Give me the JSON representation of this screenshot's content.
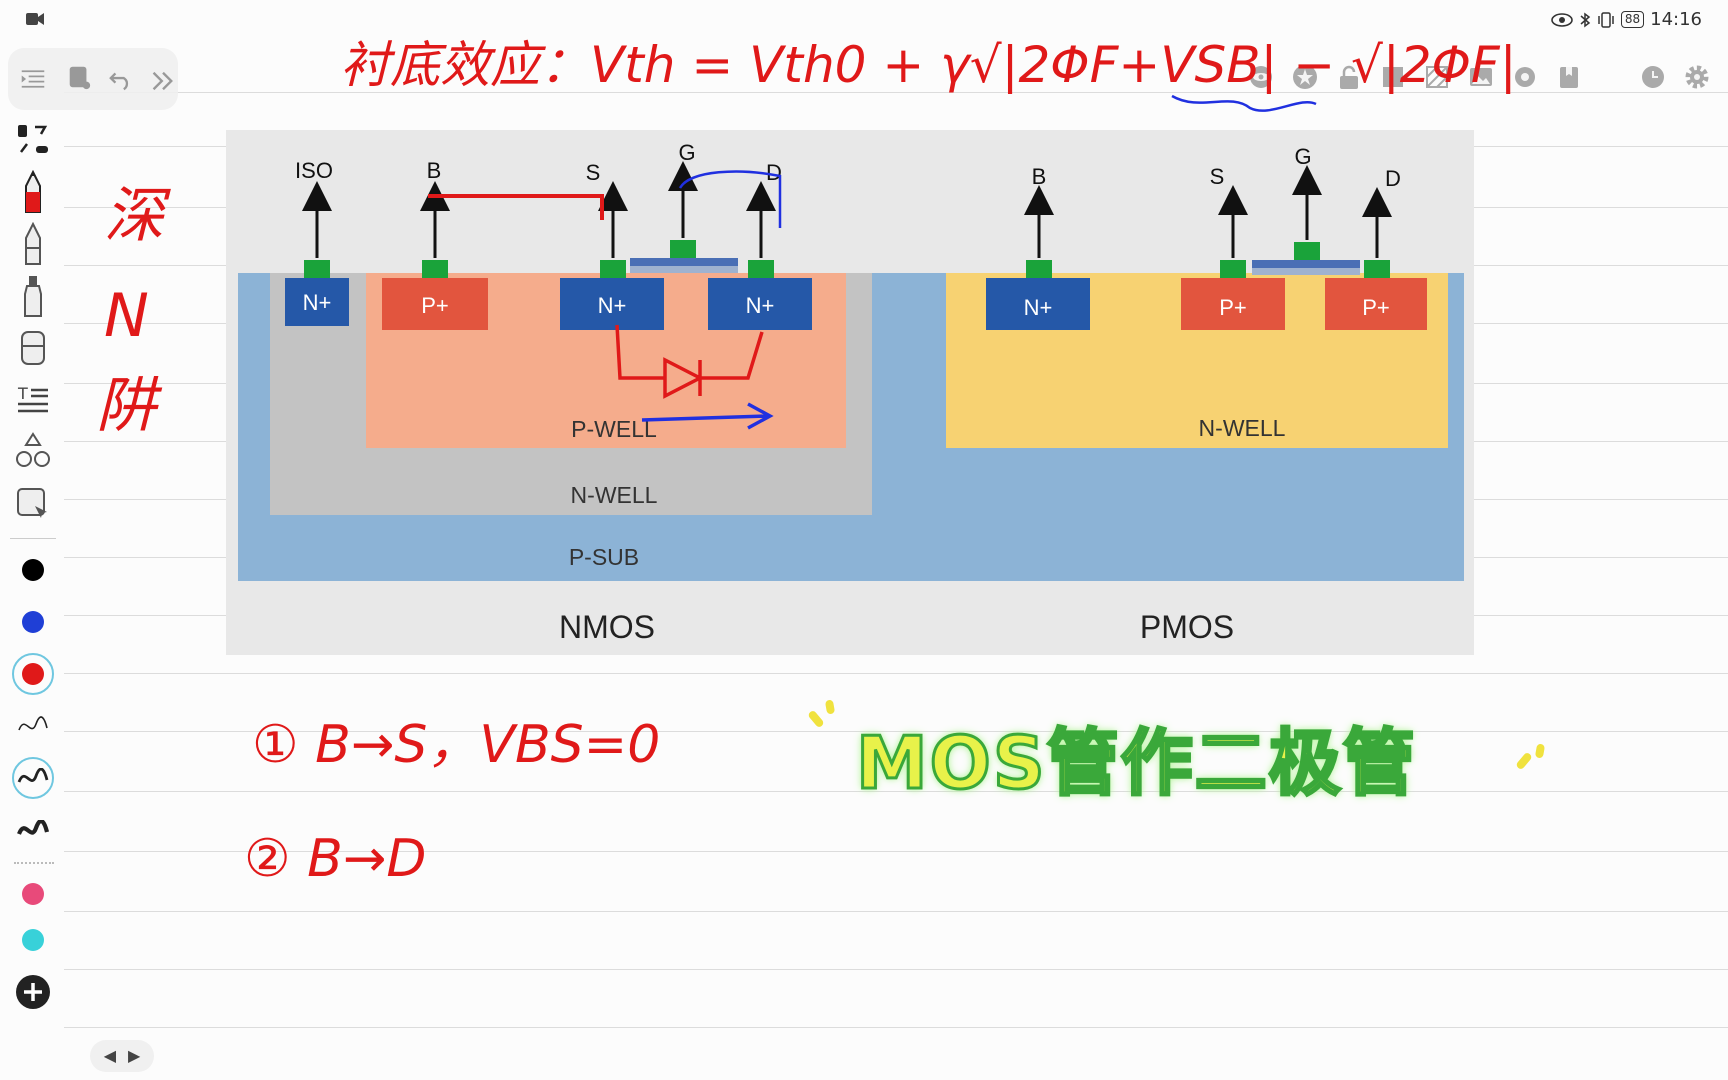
{
  "status_bar": {
    "time": "14:16",
    "battery": "88"
  },
  "toolbar": {
    "icons": [
      "menu-icon",
      "notebook-icon",
      "undo-icon",
      "more-icon"
    ],
    "right_icons": [
      "eye-icon",
      "star-icon",
      "lock-icon",
      "frame-icon",
      "pattern-icon",
      "image-icon",
      "locate-icon",
      "bookmark-icon",
      "clock-icon",
      "settings-icon"
    ]
  },
  "left_tools": {
    "tools": [
      "lasso-icon",
      "pen-icon",
      "pencil-icon",
      "marker-icon",
      "eraser-icon",
      "text-icon",
      "shape-icon",
      "select-icon"
    ],
    "colors": [
      "#000000",
      "#1f3fd6",
      "#e01919"
    ],
    "stroke_widths": [
      "thin",
      "medium",
      "thick"
    ],
    "extra_colors": [
      "#e84a7a",
      "#38d1d9"
    ],
    "add_label": "+"
  },
  "figure": {
    "nmos": {
      "terminals": [
        "ISO",
        "B",
        "S",
        "G",
        "D"
      ],
      "regions": [
        "N+",
        "P+",
        "N+",
        "N+"
      ],
      "p_well": "P-WELL",
      "n_well": "N-WELL",
      "p_sub": "P-SUB",
      "label": "NMOS"
    },
    "pmos": {
      "terminals": [
        "B",
        "S",
        "G",
        "D"
      ],
      "regions": [
        "N+",
        "P+",
        "P+"
      ],
      "n_well": "N-WELL",
      "label": "PMOS"
    },
    "colors": {
      "sub": "#8cb3d6",
      "nwell_gray": "#c3c3c3",
      "pwell": "#f5ac8c",
      "nwell_yellow": "#f7d272",
      "n_plus": "#2558a8",
      "p_plus": "#e2553e",
      "contact": "#1aa33a"
    }
  },
  "handwriting": {
    "header_formula": "衬底效应：Vth = Vth0 + γ√|2ΦF+VSB| − √|2ΦF|",
    "side_note": "深N阱",
    "note_1": "① B→S，VBS=0",
    "note_2": "② B→D",
    "ink_color": "#e01919",
    "blue_color": "#2030e0"
  },
  "title_overlay": "MOS管作二极管",
  "page_nav": {
    "prev": "◀",
    "next": "▶"
  }
}
